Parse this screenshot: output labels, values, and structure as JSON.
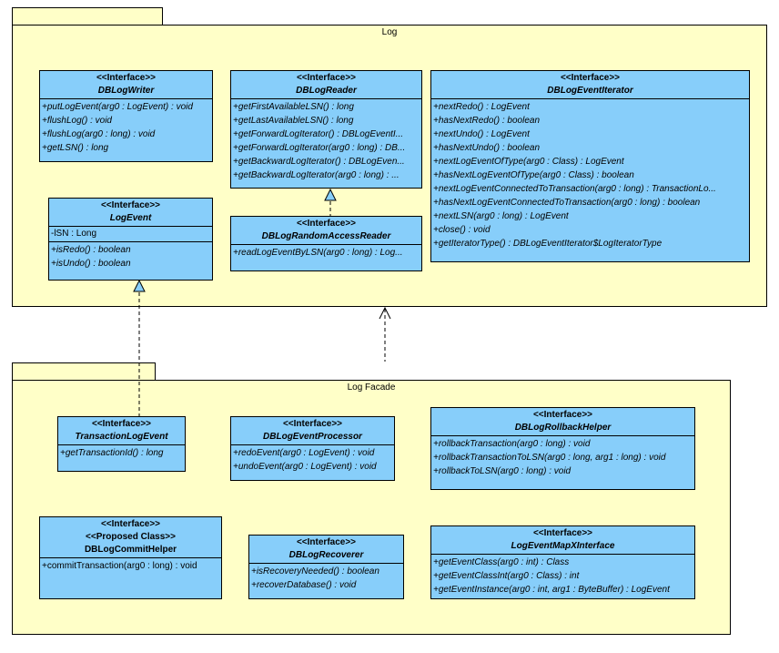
{
  "packages": {
    "log": {
      "name": "Log"
    },
    "facade": {
      "name": "Log Facade"
    }
  },
  "classes": {
    "writer": {
      "stereotype": "<<Interface>>",
      "name": "DBLogWriter",
      "operations": [
        "+putLogEvent(arg0 : LogEvent) : void",
        "+flushLog() : void",
        "+flushLog(arg0 : long) : void",
        "+getLSN() : long"
      ]
    },
    "reader": {
      "stereotype": "<<Interface>>",
      "name": "DBLogReader",
      "operations": [
        "+getFirstAvailableLSN() : long",
        "+getLastAvailableLSN() : long",
        "+getForwardLogIterator() : DBLogEventI...",
        "+getForwardLogIterator(arg0 : long) : DB...",
        "+getBackwardLogIterator() : DBLogEven...",
        "+getBackwardLogIterator(arg0 : long) : ..."
      ]
    },
    "iterator": {
      "stereotype": "<<Interface>>",
      "name": "DBLogEventIterator",
      "operations": [
        "+nextRedo() : LogEvent",
        "+hasNextRedo() : boolean",
        "+nextUndo() : LogEvent",
        "+hasNextUndo() : boolean",
        "+nextLogEventOfType(arg0 : Class) : LogEvent",
        "+hasNextLogEventOfType(arg0 : Class) : boolean",
        "+nextLogEventConnectedToTransaction(arg0 : long) : TransactionLo...",
        "+hasNextLogEventConnectedToTransaction(arg0 : long) : boolean",
        "+nextLSN(arg0 : long) : LogEvent",
        "+close() : void",
        "+getIteratorType() : DBLogEventIterator$LogIteratorType"
      ]
    },
    "logevent": {
      "stereotype": "<<Interface>>",
      "name": "LogEvent",
      "attributes": [
        "-lSN : Long"
      ],
      "operations": [
        "+isRedo() : boolean",
        "+isUndo() : boolean"
      ]
    },
    "random": {
      "stereotype": "<<Interface>>",
      "name": "DBLogRandomAccessReader",
      "operations": [
        "+readLogEventByLSN(arg0 : long) : Log..."
      ]
    },
    "txevent": {
      "stereotype": "<<Interface>>",
      "name": "TransactionLogEvent",
      "operations": [
        "+getTransactionId() : long"
      ]
    },
    "processor": {
      "stereotype": "<<Interface>>",
      "name": "DBLogEventProcessor",
      "operations": [
        "+redoEvent(arg0 : LogEvent) : void",
        "+undoEvent(arg0 : LogEvent) : void"
      ]
    },
    "rollback": {
      "stereotype": "<<Interface>>",
      "name": "DBLogRollbackHelper",
      "operations": [
        "+rollbackTransaction(arg0 : long) : void",
        "+rollbackTransactionToLSN(arg0 : long, arg1 : long) : void",
        "+rollbackToLSN(arg0 : long) : void"
      ]
    },
    "commit": {
      "stereotype": "<<Interface>>",
      "stereotype2": "<<Proposed Class>>",
      "name": "DBLogCommitHelper",
      "operations": [
        "+commitTransaction(arg0 : long) : void"
      ]
    },
    "recoverer": {
      "stereotype": "<<Interface>>",
      "name": "DBLogRecoverer",
      "operations": [
        "+isRecoveryNeeded() : boolean",
        "+recoverDatabase() : void"
      ]
    },
    "mapx": {
      "stereotype": "<<Interface>>",
      "name": "LogEventMapXInterface",
      "operations": [
        "+getEventClass(arg0 : int) : Class",
        "+getEventClassInt(arg0 : Class) : int",
        "+getEventInstance(arg0 : int, arg1 : ByteBuffer) : LogEvent"
      ]
    }
  }
}
